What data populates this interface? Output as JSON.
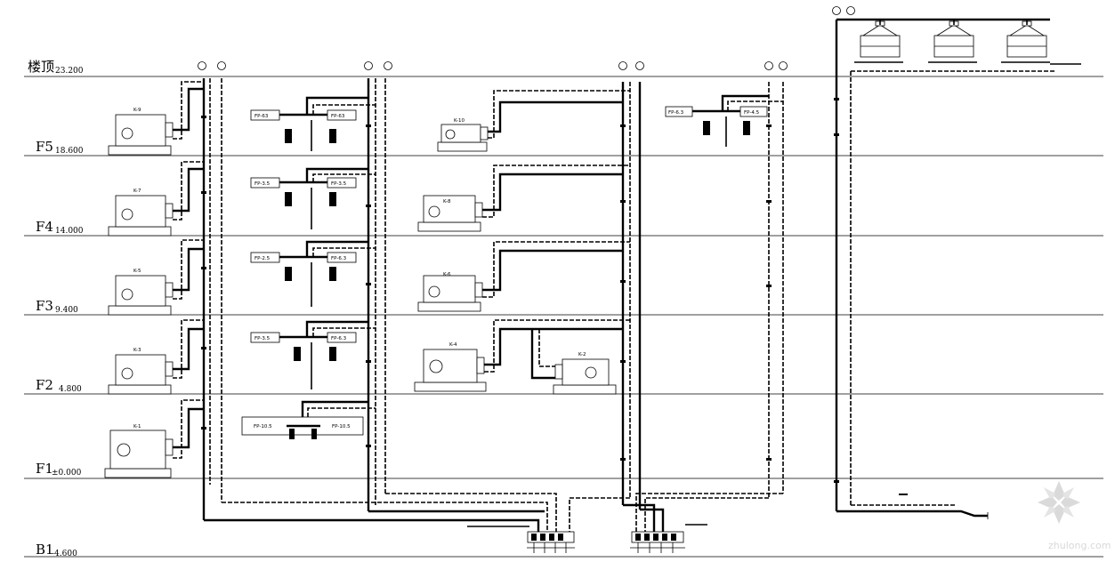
{
  "floors": [
    {
      "id": "roof",
      "name": "楼顶",
      "elevation": "23.200"
    },
    {
      "id": "f5",
      "name": "F5",
      "elevation": "18.600"
    },
    {
      "id": "f4",
      "name": "F4",
      "elevation": "14.000"
    },
    {
      "id": "f3",
      "name": "F3",
      "elevation": "9.400"
    },
    {
      "id": "f2",
      "name": "F2",
      "elevation": "4.800"
    },
    {
      "id": "f1",
      "name": "F1",
      "elevation": "±0.000"
    },
    {
      "id": "b1",
      "name": "B1",
      "elevation": "-4.600"
    }
  ],
  "ahu_units": {
    "column1": [
      "K-9",
      "K-7",
      "K-5",
      "K-3",
      "K-1"
    ],
    "column3": [
      "K-10",
      "K-8",
      "K-6",
      "K-4"
    ],
    "column4": [
      "K-2"
    ]
  },
  "fan_coils": {
    "f5_left": "FP-63",
    "f5_right": "FP-63",
    "f4_left": "FP-3.5",
    "f4_right": "FP-3.5",
    "f3_left": "FP-2.5",
    "f3_right": "FP-6.3",
    "f2_left": "FP-3.5",
    "f2_right": "FP-6.3",
    "f1_left": "FP-10.5",
    "f1_right": "FP-10.5",
    "f5_far_left": "FP-6.3",
    "f5_far_right": "FP-4.5"
  },
  "watermark": "zhulong.com",
  "colors": {
    "line": "#000000",
    "background": "#ffffff",
    "watermark": "#b9b9b9"
  }
}
